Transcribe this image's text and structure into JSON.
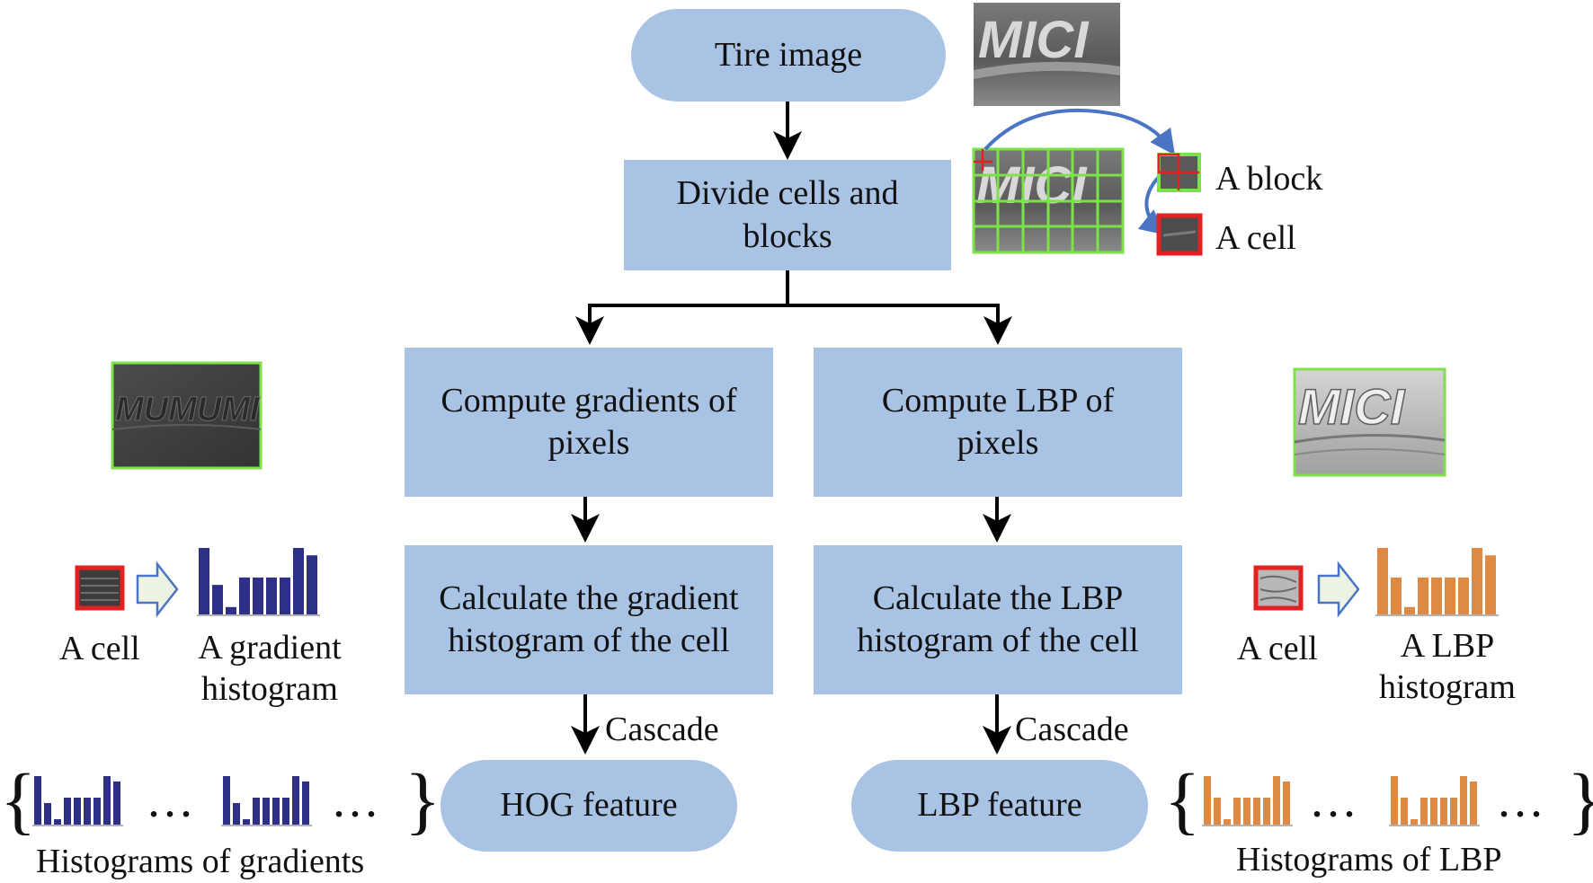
{
  "nodes": {
    "tire_image": "Tire image",
    "divide": "Divide cells and blocks",
    "grad": "Compute gradients of pixels",
    "lbp": "Compute LBP of pixels",
    "grad_hist": "Calculate the gradient histogram of the cell",
    "lbp_hist": "Calculate the LBP histogram of the cell",
    "hog_feature": "HOG feature",
    "lbp_feature": "LBP feature"
  },
  "edge_labels": {
    "cascade_left": "Cascade",
    "cascade_right": "Cascade"
  },
  "annotations": {
    "a_block": "A block",
    "a_cell_top": "A cell",
    "a_cell_left": "A cell",
    "gradient_histogram": "A gradient histogram",
    "a_cell_right": "A cell",
    "lbp_histogram": "A LBP histogram",
    "histograms_of_gradients": "Histograms of gradients",
    "histograms_of_lbp": "Histograms of LBP",
    "ellipsis": "..."
  },
  "histograms": {
    "gradient_bars": [
      9,
      4,
      1,
      5,
      5,
      5,
      5,
      9,
      8
    ],
    "lbp_bars": [
      9,
      5,
      1,
      5,
      5,
      5,
      5,
      9,
      8
    ]
  },
  "colors": {
    "node_fill": "#a9c3e4",
    "gradient_bar": "#2e2f86",
    "lbp_bar": "#de8a45",
    "cell_border": "#e52020",
    "grid_green": "#7be24a",
    "curved_arrow": "#4a74c4"
  }
}
